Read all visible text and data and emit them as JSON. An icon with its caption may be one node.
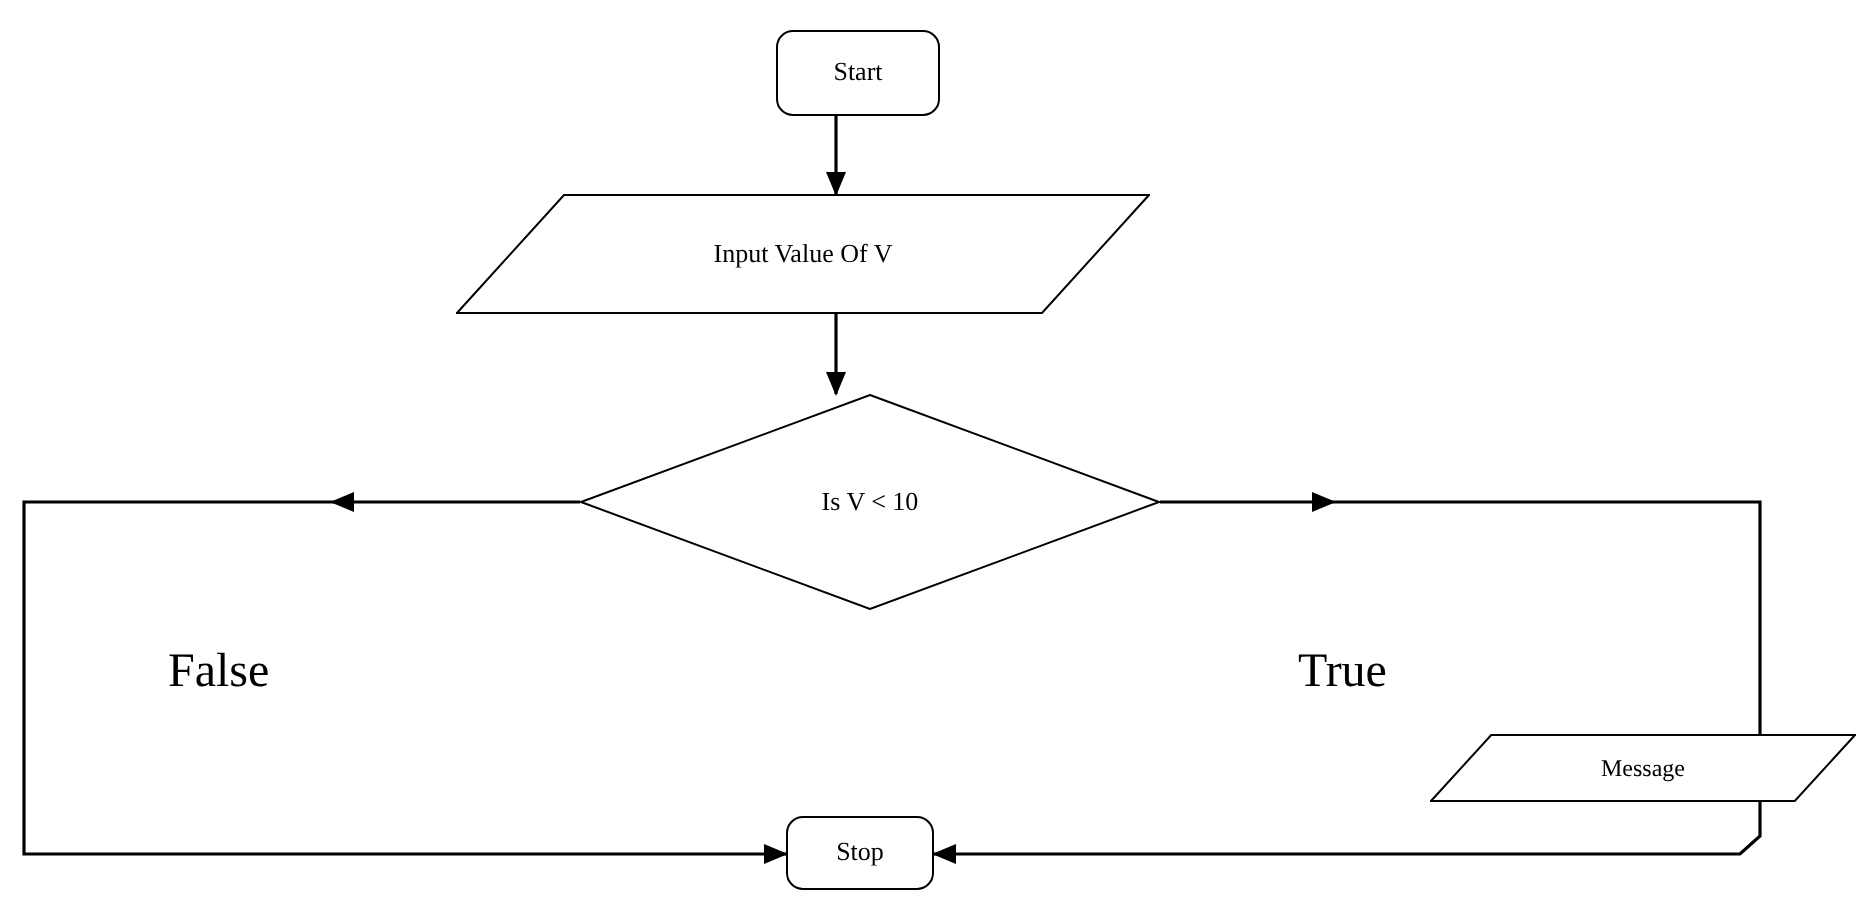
{
  "diagram": {
    "nodes": [
      {
        "text": [
          "Start"
        ]
      },
      {
        "text": [
          "Input Value Of V"
        ]
      },
      {
        "text": [
          "Is V < 10"
        ]
      },
      {
        "text": [
          "Message"
        ]
      },
      {
        "text": [
          "Stop"
        ]
      }
    ],
    "edges": [
      {
        "from": 0,
        "to": 1,
        "arrow": "to"
      },
      {
        "from": 1,
        "to": 2,
        "arrow": "to"
      },
      {
        "from": 2,
        "to": 4,
        "arrow": "to",
        "label": "False"
      },
      {
        "from": 2,
        "to": 3,
        "arrow": "to",
        "label": "True"
      },
      {
        "from": 3,
        "to": 4,
        "arrow": "to"
      }
    ]
  }
}
